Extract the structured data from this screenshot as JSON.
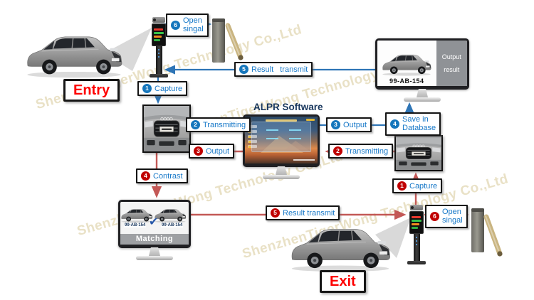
{
  "diagram": {
    "title": "ALPR Software",
    "watermark": "ShenzhenTigerWong  Technology Co.,Ltd"
  },
  "colors": {
    "entry_flow_line": "#2E75B6",
    "exit_flow_line": "#C0504D",
    "entry_badge": "#1576BC",
    "exit_badge": "#C00000",
    "step_text": "#1778C8",
    "gate_label_text": "#FE0000"
  },
  "entry": {
    "gate_label": "Entry",
    "step1": {
      "num": "1",
      "text": "Capture"
    },
    "step2": {
      "num": "2",
      "text": "Transmitting"
    },
    "step3": {
      "num": "3",
      "text": "Output"
    },
    "step4": {
      "num": "4",
      "line1": "Save in",
      "line2": "Database"
    },
    "step5": {
      "num": "5",
      "text": "Result transmit"
    },
    "step6": {
      "num": "6",
      "line1": "Open",
      "line2": "singal"
    }
  },
  "exit": {
    "gate_label": "Exit",
    "step1": {
      "num": "1",
      "text": "Capture"
    },
    "step2": {
      "num": "2",
      "text": "Transmitting"
    },
    "step3": {
      "num": "3",
      "text": "Output"
    },
    "step4": {
      "num": "4",
      "text": "Contrast"
    },
    "step5": {
      "num": "5",
      "text": "Result transmit"
    },
    "step6": {
      "num": "6",
      "line1": "Open",
      "line2": "singal"
    }
  },
  "output_monitor": {
    "plate": "99-AB-154",
    "caption_line1": "Output",
    "caption_line2": "result"
  },
  "matching_monitor": {
    "plate_left": "99-AB-154",
    "plate_right": "99-AB-154",
    "check_icon": "✔",
    "caption": "Matching"
  }
}
